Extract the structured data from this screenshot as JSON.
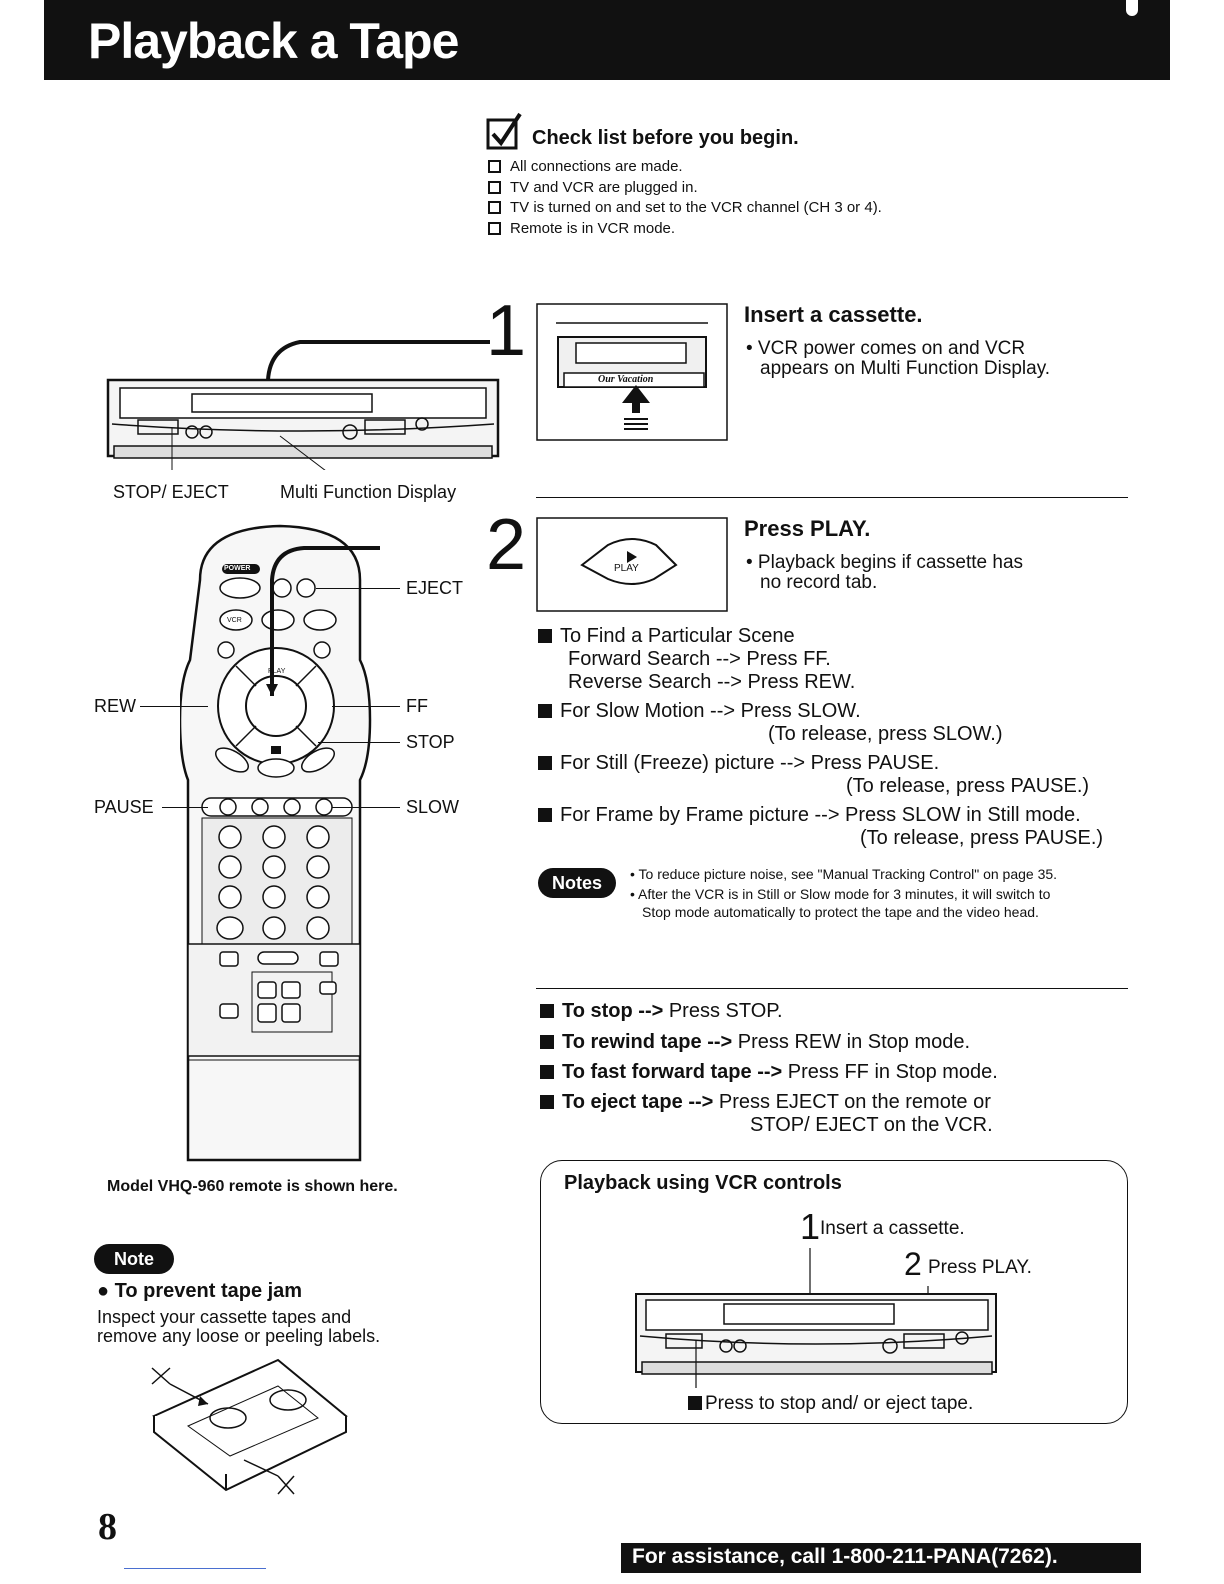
{
  "header": {
    "title": "Playback a Tape"
  },
  "checklist": {
    "title": "Check list before you begin.",
    "items": [
      "All connections are made.",
      "TV and VCR are plugged in.",
      "TV is turned on and set to the VCR channel (CH 3 or 4).",
      "Remote is in VCR mode."
    ]
  },
  "vcr_labels": {
    "stop_eject": "STOP/ EJECT",
    "display": "Multi Function Display"
  },
  "step1": {
    "number": "1",
    "title": "Insert a cassette.",
    "bullet_line1": "• VCR power comes on and VCR",
    "bullet_line2": "appears on Multi Function Display.",
    "cassette_label": "Our Vacation"
  },
  "step2": {
    "number": "2",
    "title": "Press PLAY.",
    "bullet_line1": "• Playback begins if cassette has",
    "bullet_line2": "no record tab.",
    "button_label": "PLAY"
  },
  "tips": {
    "find_title": "To Find a Particular Scene",
    "forward": "Forward Search --> Press FF.",
    "reverse": "Reverse Search --> Press REW.",
    "slow": "For Slow Motion --> Press SLOW.",
    "slow_release": "(To release, press SLOW.)",
    "still": "For Still (Freeze) picture --> Press PAUSE.",
    "still_release": "(To release, press PAUSE.)",
    "frame": "For Frame by Frame picture --> Press SLOW in Still mode.",
    "frame_release": "(To release, press PAUSE.)"
  },
  "notes": {
    "badge": "Notes",
    "line1": "• To reduce picture noise, see \"Manual Tracking Control\" on page 35.",
    "line2": "• After the VCR is in Still or Slow mode for 3 minutes, it will switch to",
    "line3": "Stop mode automatically to protect the tape and the video head."
  },
  "remote_labels": {
    "eject": "EJECT",
    "rew": "REW",
    "ff": "FF",
    "stop": "STOP",
    "pause": "PAUSE",
    "slow": "SLOW",
    "caption": "Model VHQ-960 remote is shown here.",
    "power": "POWER",
    "vcr": "VCR",
    "play": "PLAY"
  },
  "actions": {
    "stop_bold": "To stop -->",
    "stop_rest": " Press STOP.",
    "rewind_bold": "To rewind tape -->",
    "rewind_rest": " Press REW in Stop mode.",
    "ff_bold": "To fast forward tape -->",
    "ff_rest": " Press FF in Stop mode.",
    "eject_bold": "To eject tape -->",
    "eject_rest": " Press EJECT on the remote or",
    "eject_line2": "STOP/ EJECT on the VCR."
  },
  "vcr_controls": {
    "title": "Playback using VCR controls",
    "step1_num": "1",
    "step1": "Insert a cassette.",
    "step2_num": "2",
    "step2": "Press PLAY.",
    "stop_note": "Press to stop and/ or eject tape."
  },
  "tape_note": {
    "badge": "Note",
    "title": "● To prevent tape jam",
    "line1": "Inspect your cassette tapes and",
    "line2": "remove any loose or peeling labels."
  },
  "footer": {
    "page_number": "8",
    "assistance": "For assistance, call 1-800-211-PANA(7262)."
  }
}
